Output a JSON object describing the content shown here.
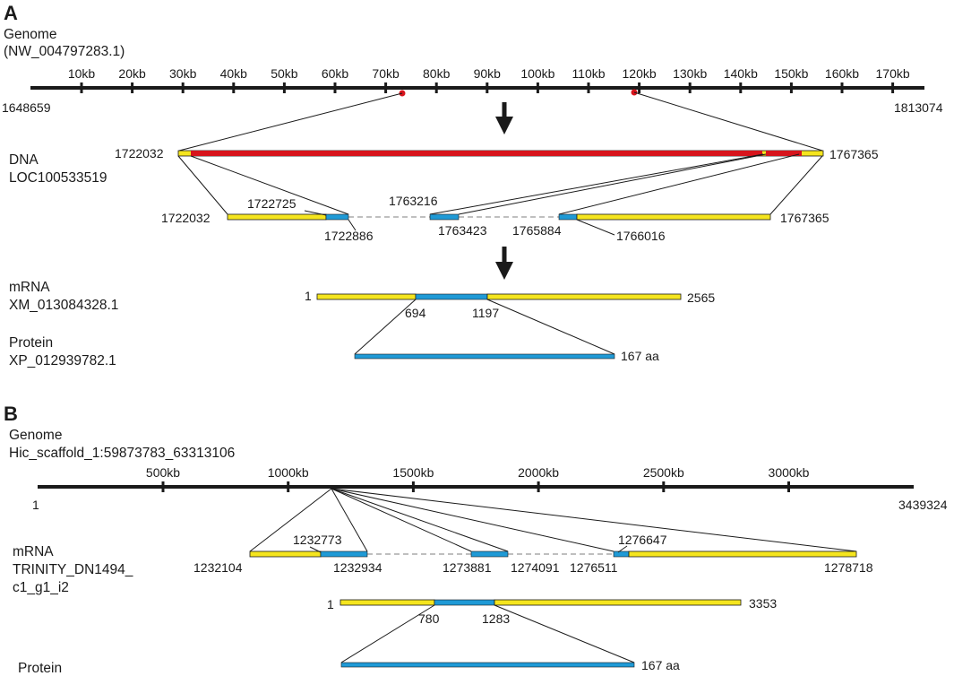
{
  "panel_a": {
    "letter": "A",
    "genome_label": "Genome",
    "genome_id": "(NW_004797283.1)",
    "genome_start": "1648659",
    "genome_end": "1813074",
    "ticks": [
      "10kb",
      "20kb",
      "30kb",
      "40kb",
      "50kb",
      "60kb",
      "70kb",
      "80kb",
      "90kb",
      "100kb",
      "110kb",
      "120kb",
      "130kb",
      "140kb",
      "150kb",
      "160kb",
      "170kb"
    ],
    "dna_label": "DNA",
    "dna_id": "LOC100533519",
    "dna_start": "1722032",
    "dna_end": "1767365",
    "exon_start": "1722032",
    "exon1_a": "1722725",
    "exon1_b": "1722886",
    "exon2_a": "1763216",
    "exon2_b": "1763423",
    "exon3_a": "1765884",
    "exon3_b": "1766016",
    "exon_end": "1767365",
    "mrna_label": "mRNA",
    "mrna_id": "XM_013084328.1",
    "mrna_start": "1",
    "mrna_cds_start": "694",
    "mrna_cds_end": "1197",
    "mrna_end": "2565",
    "protein_label": "Protein",
    "protein_id": "XP_012939782.1",
    "protein_len": "167 aa",
    "colors": {
      "utr": "#f5e51e",
      "cds": "#1f9ad6",
      "gene": "#d7141c",
      "marker": "#d7141c"
    }
  },
  "panel_b": {
    "letter": "B",
    "genome_label": "Genome",
    "genome_id": "Hic_scaffold_1:59873783_63313106",
    "genome_start": "1",
    "genome_end": "3439324",
    "ticks": [
      "500kb",
      "1000kb",
      "1500kb",
      "2000kb",
      "2500kb",
      "3000kb"
    ],
    "mrna_label": "mRNA",
    "mrna_id_1": "TRINITY_DN1494_",
    "mrna_id_2": "c1_g1_i2",
    "exon_start": "1232104",
    "exon1_a": "1232773",
    "exon1_b": "1232934",
    "exon2_a": "1273881",
    "exon2_b": "1274091",
    "exon3_a": "1276511",
    "exon3_b": "1276647",
    "exon_end": "1278718",
    "tx_start": "1",
    "tx_cds_start": "780",
    "tx_cds_end": "1283",
    "tx_end": "3353",
    "protein_label": "Protein",
    "protein_len": "167 aa"
  }
}
